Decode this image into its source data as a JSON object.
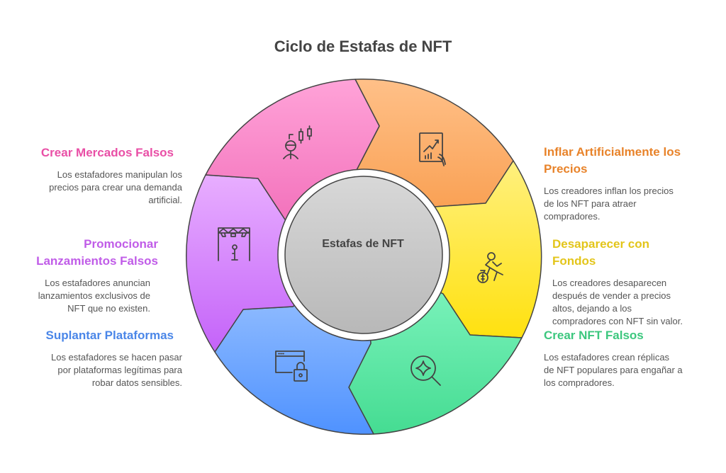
{
  "title": "Ciclo de Estafas de NFT",
  "center": "Estafas de NFT",
  "colors": {
    "pink": "#E94FA6",
    "orange": "#E8832A",
    "yellow": "#E3C51A",
    "green": "#3CC77E",
    "blue": "#4A86E8",
    "purple": "#C05CE8"
  },
  "steps": {
    "pink": {
      "title": "Crear Mercados Falsos",
      "desc": [
        "Los estafadores manipulan los",
        "precios para crear una demanda",
        "artificial."
      ],
      "icon": "trader-candlestick-icon"
    },
    "orange": {
      "title": [
        "Inflar Artificialmente los",
        "Precios"
      ],
      "desc": [
        "Los creadores inflan los precios",
        "de los NFT para atraer",
        "compradores."
      ],
      "icon": "rising-chart-tablet-icon"
    },
    "yellow": {
      "title": [
        "Desaparecer con",
        "Fondos"
      ],
      "desc": [
        "Los creadores desaparecen",
        "después de vender a precios",
        "altos, dejando a los",
        "compradores con NFT sin valor."
      ],
      "icon": "running-with-money-icon"
    },
    "green": {
      "title": "Crear NFT Falsos",
      "desc": [
        "Los estafadores crean réplicas",
        "de NFT populares para engañar a",
        "los compradores."
      ],
      "icon": "sparkle-search-icon"
    },
    "blue": {
      "title": "Suplantar Plataformas",
      "desc": [
        "Los estafadores se hacen pasar",
        "por plataformas legítimas para",
        "robar datos sensibles."
      ],
      "icon": "browser-lock-icon"
    },
    "purple": {
      "title": [
        "Promocionar",
        "Lanzamientos Falsos"
      ],
      "desc": [
        "Los estafadores anuncian",
        "lanzamientos exclusivos de",
        "NFT que no existen."
      ],
      "icon": "stage-spotlight-icon"
    }
  }
}
